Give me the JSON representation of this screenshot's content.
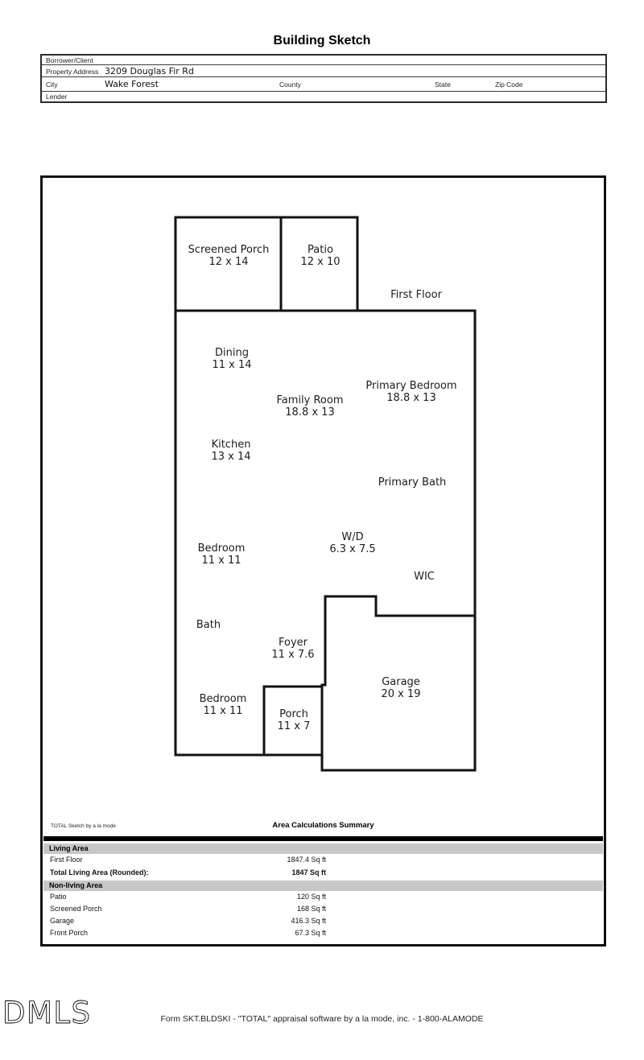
{
  "title": "Building Sketch",
  "header": {
    "borrower_label": "Borrower/Client",
    "property_address_label": "Property Address",
    "property_address_value": "3209 Douglas Fir Rd",
    "city_label": "City",
    "city_value": "Wake Forest",
    "county_label": "County",
    "state_label": "State",
    "zip_label": "Zip Code",
    "lender_label": "Lender"
  },
  "sketch": {
    "floor_label": "First Floor",
    "rooms": [
      {
        "name": "Screened Porch",
        "dims": "12 x 14"
      },
      {
        "name": "Patio",
        "dims": "12 x 10"
      },
      {
        "name": "Dining",
        "dims": "11 x 14"
      },
      {
        "name": "Family Room",
        "dims": "18.8 x 13"
      },
      {
        "name": "Primary Bedroom",
        "dims": "18.8 x 13"
      },
      {
        "name": "Kitchen",
        "dims": "13 x 14"
      },
      {
        "name": "Primary Bath",
        "dims": ""
      },
      {
        "name": "W/D",
        "dims": "6.3 x 7.5"
      },
      {
        "name": "WIC",
        "dims": ""
      },
      {
        "name": "Bedroom",
        "dims": "11 x 11"
      },
      {
        "name": "Bath",
        "dims": ""
      },
      {
        "name": "Foyer",
        "dims": "11 x 7.6"
      },
      {
        "name": "Bedroom",
        "dims": "11 x 11"
      },
      {
        "name": "Porch",
        "dims": "11 x 7"
      },
      {
        "name": "Garage",
        "dims": "20 x 19"
      }
    ]
  },
  "summary": {
    "watermark": "TOTAL Sketch by a la mode",
    "title": "Area Calculations Summary",
    "living_header": "Living Area",
    "rows_living": [
      {
        "label": "First Floor",
        "value": "1847.4 Sq ft"
      },
      {
        "label": "Total Living Area (Rounded):",
        "value": "1847 Sq ft"
      }
    ],
    "nonliving_header": "Non-living Area",
    "rows_nonliving": [
      {
        "label": "Patio",
        "value": "120 Sq ft"
      },
      {
        "label": "Screened Porch",
        "value": "168 Sq ft"
      },
      {
        "label": "Garage",
        "value": "416.3 Sq ft"
      },
      {
        "label": "Front Porch",
        "value": "67.3 Sq ft"
      }
    ]
  },
  "footer": {
    "logo": "DMLS",
    "form_text": "Form SKT.BLDSKI - \"TOTAL\" appraisal software by a la mode, inc. - 1-800-ALAMODE"
  },
  "colors": {
    "wall": "#111111",
    "band_gray": "#c7c7c7"
  }
}
